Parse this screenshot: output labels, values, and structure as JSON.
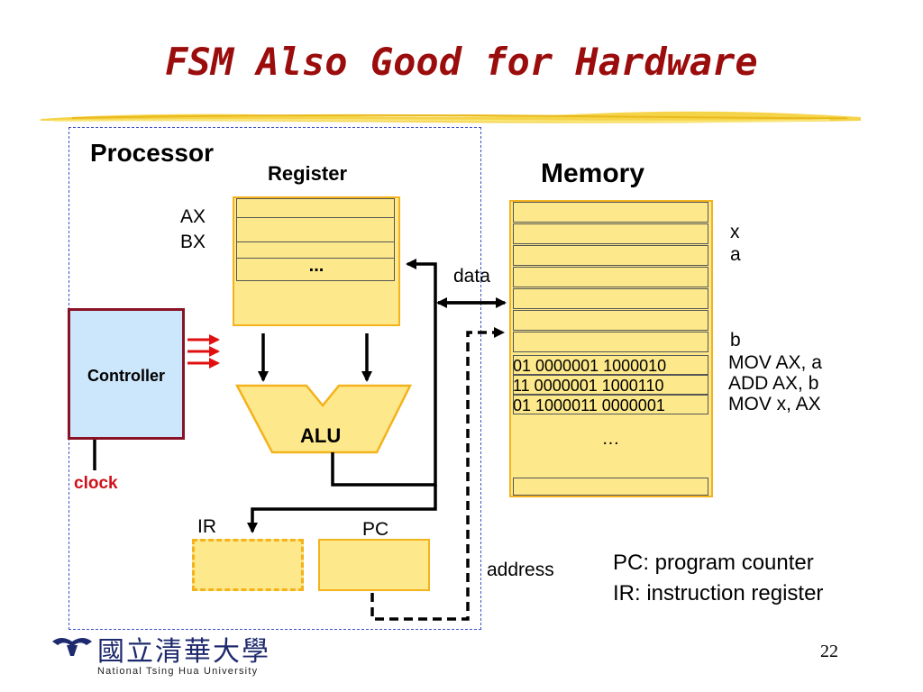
{
  "title": "FSM Also Good for Hardware",
  "processor": {
    "label": "Processor"
  },
  "register": {
    "label": "Register",
    "rows": [
      "AX",
      "BX"
    ],
    "ellipsis": "..."
  },
  "controller": {
    "label": "Controller",
    "clock": "clock"
  },
  "alu": {
    "label": "ALU"
  },
  "ir": {
    "label": "IR"
  },
  "pc": {
    "label": "PC"
  },
  "bus": {
    "data": "data",
    "address": "address"
  },
  "memory": {
    "label": "Memory",
    "var_labels": {
      "x": "x",
      "a": "a",
      "b": "b"
    },
    "code": [
      {
        "bits": "01 0000001 1000010",
        "asm": "MOV AX, a"
      },
      {
        "bits": "11 0000001 1000110",
        "asm": "ADD AX, b"
      },
      {
        "bits": "01 1000011 0000001",
        "asm": "MOV x, AX"
      }
    ],
    "ellipsis": "…"
  },
  "legend": {
    "pc": "PC: program counter",
    "ir": "IR: instruction register"
  },
  "footer": {
    "page_number": "22",
    "university_cjk": "國立清華大學",
    "university_en": "National Tsing Hua University"
  },
  "colors": {
    "title": "#9b0c0c",
    "box_fill": "#fde98b",
    "box_border": "#f4b21c",
    "controller_fill": "#cce6fb",
    "controller_border": "#8a1226",
    "clock_text": "#d0101a",
    "arrows_red": "#e01010"
  }
}
